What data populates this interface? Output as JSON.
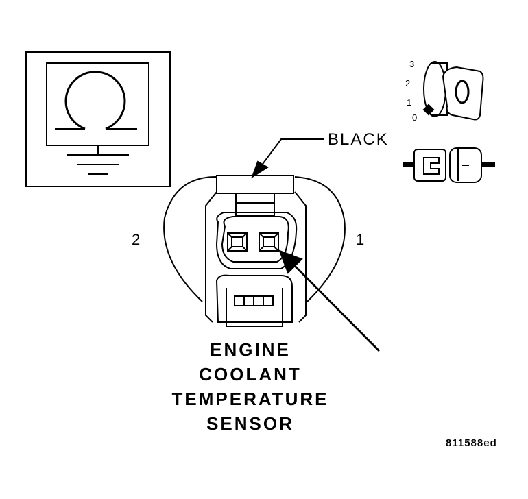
{
  "connector": {
    "wire_color": "BLACK",
    "pin_left": "2",
    "pin_right": "1"
  },
  "ignition": {
    "positions": [
      "3",
      "2",
      "1",
      "0"
    ]
  },
  "title": {
    "line1": "ENGINE",
    "line2": "COOLANT",
    "line3": "TEMPERATURE",
    "line4": "SENSOR"
  },
  "reference": "811588ed",
  "icons": {
    "meter": "ohmmeter-icon",
    "ignition": "ignition-key-off-icon",
    "connector": "disconnected-connector-icon"
  }
}
